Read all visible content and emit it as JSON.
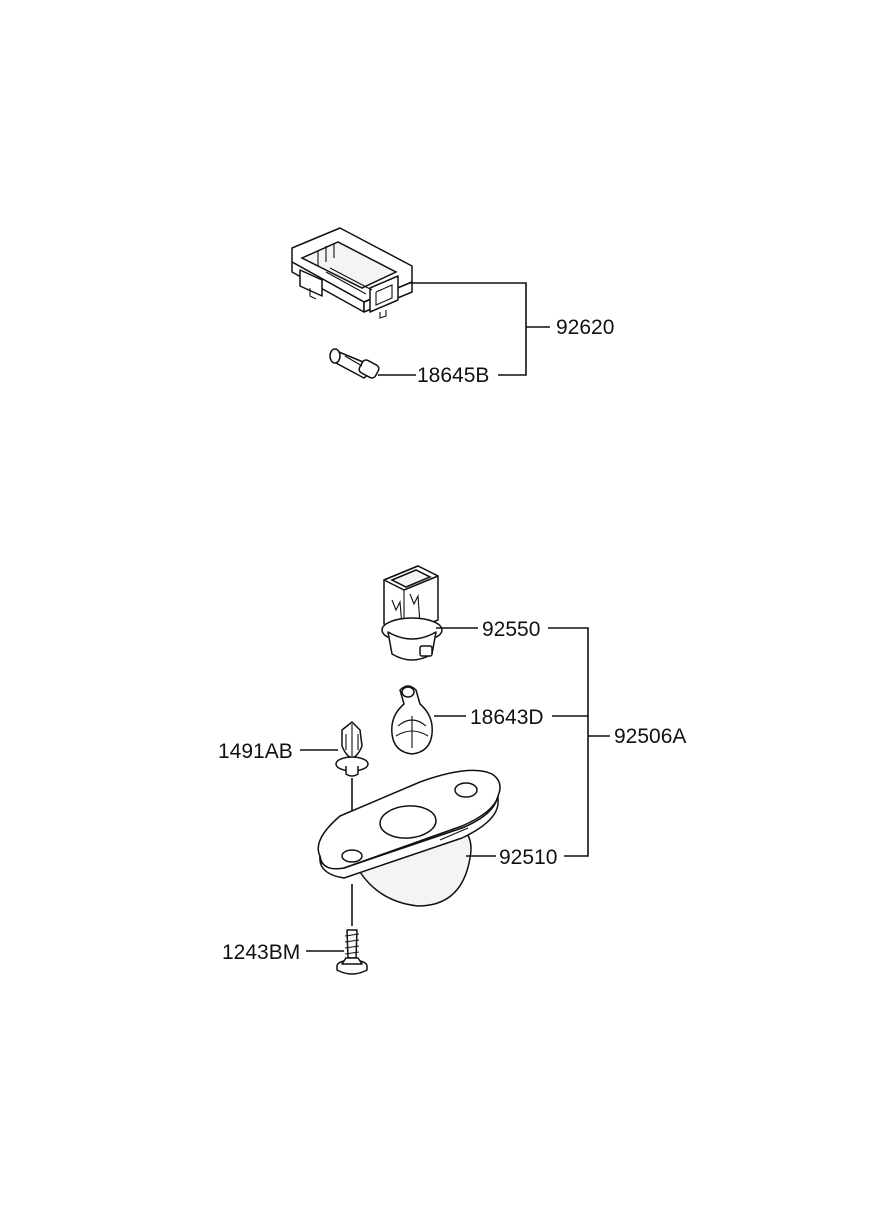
{
  "labels": {
    "p92620": "92620",
    "p18645B": "18645B",
    "p92550": "92550",
    "p18643D": "18643D",
    "p92506A": "92506A",
    "p1491AB": "1491AB",
    "p92510": "92510",
    "p1243BM": "1243BM"
  }
}
